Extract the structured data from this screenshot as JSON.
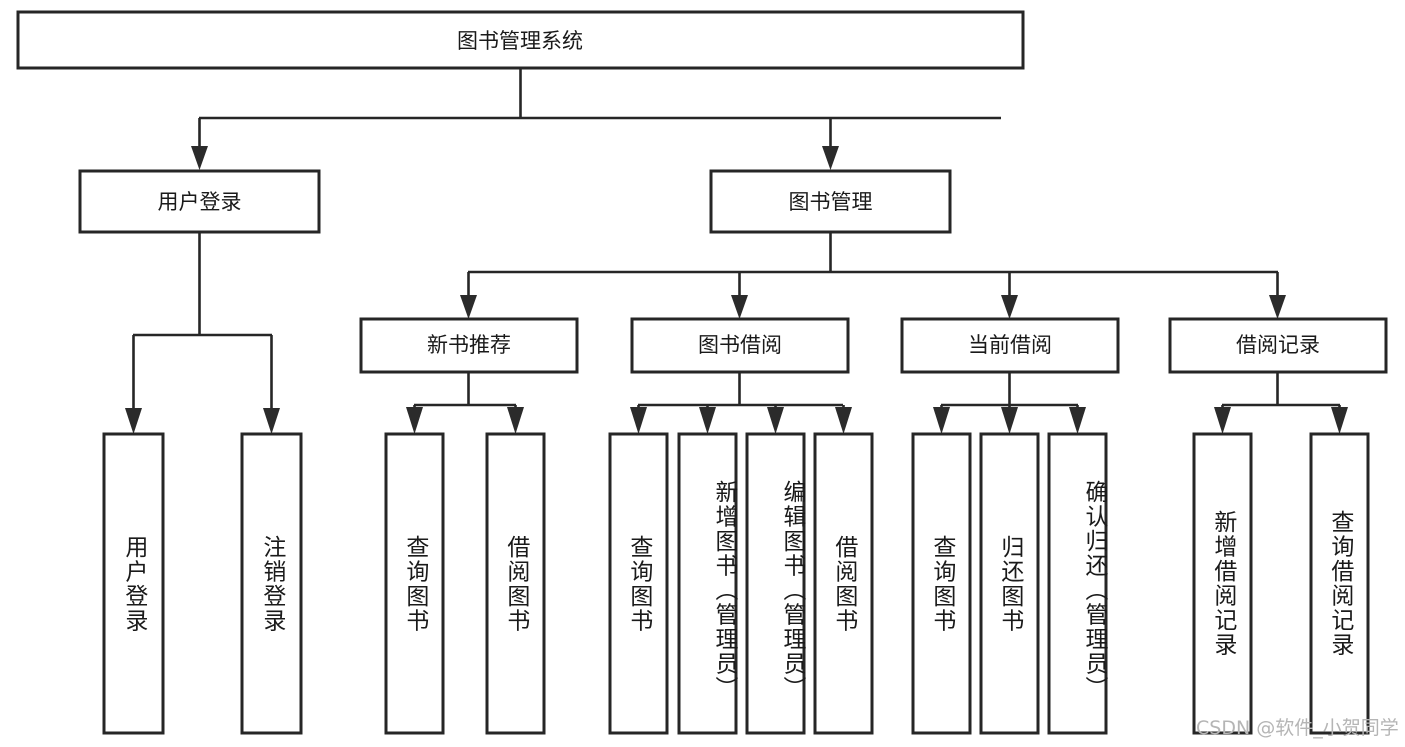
{
  "diagram": {
    "title": "图书管理系统",
    "type": "tree-hierarchy",
    "root": {
      "id": "root",
      "label": "图书管理系统",
      "orientation": "horizontal"
    },
    "level2": [
      {
        "id": "user-login",
        "label": "用户登录",
        "orientation": "horizontal"
      },
      {
        "id": "book-manage",
        "label": "图书管理",
        "orientation": "horizontal"
      }
    ],
    "level3": [
      {
        "id": "new-book-recommend",
        "label": "新书推荐",
        "orientation": "horizontal",
        "parent": "book-manage"
      },
      {
        "id": "book-borrow",
        "label": "图书借阅",
        "orientation": "horizontal",
        "parent": "book-manage"
      },
      {
        "id": "current-borrow",
        "label": "当前借阅",
        "orientation": "horizontal",
        "parent": "book-manage"
      },
      {
        "id": "borrow-record",
        "label": "借阅记录",
        "orientation": "horizontal",
        "parent": "book-manage"
      }
    ],
    "leaves": [
      {
        "id": "leaf-user-login",
        "label": "用户登录",
        "orientation": "vertical",
        "parent": "user-login"
      },
      {
        "id": "leaf-user-logout",
        "label": "注销登录",
        "orientation": "vertical",
        "parent": "user-login"
      },
      {
        "id": "leaf-query-book-1",
        "label": "查询图书",
        "orientation": "vertical",
        "parent": "new-book-recommend"
      },
      {
        "id": "leaf-borrow-book-1",
        "label": "借阅图书",
        "orientation": "vertical",
        "parent": "new-book-recommend"
      },
      {
        "id": "leaf-query-book-2",
        "label": "查询图书",
        "orientation": "vertical",
        "parent": "book-borrow"
      },
      {
        "id": "leaf-add-book",
        "label": "新增图书（管理员）",
        "orientation": "vertical",
        "parent": "book-borrow"
      },
      {
        "id": "leaf-edit-book",
        "label": "编辑图书（管理员）",
        "orientation": "vertical",
        "parent": "book-borrow"
      },
      {
        "id": "leaf-borrow-book-2",
        "label": "借阅图书",
        "orientation": "vertical",
        "parent": "book-borrow"
      },
      {
        "id": "leaf-query-book-3",
        "label": "查询图书",
        "orientation": "vertical",
        "parent": "current-borrow"
      },
      {
        "id": "leaf-return-book",
        "label": "归还图书",
        "orientation": "vertical",
        "parent": "current-borrow"
      },
      {
        "id": "leaf-confirm-return",
        "label": "确认归还（管理员）",
        "orientation": "vertical",
        "parent": "current-borrow"
      },
      {
        "id": "leaf-add-record",
        "label": "新增借阅记录",
        "orientation": "vertical",
        "parent": "borrow-record"
      },
      {
        "id": "leaf-query-record",
        "label": "查询借阅记录",
        "orientation": "vertical",
        "parent": "borrow-record"
      }
    ],
    "colors": {
      "stroke": "#262626",
      "fill": "#ffffff",
      "text": "#1a1a1a",
      "watermark": "#b5b5b5",
      "background": "#ffffff"
    }
  },
  "watermark": {
    "text": "CSDN @软件_小贺同学"
  }
}
